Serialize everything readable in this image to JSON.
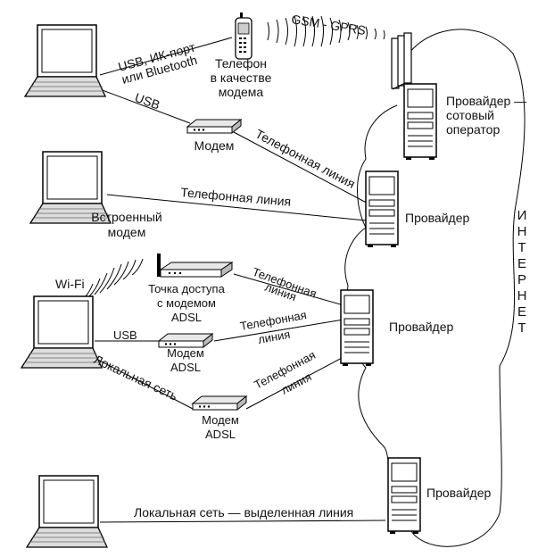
{
  "labels": {
    "gsm": "GSM - GPRS",
    "usb_ik_1": "USB, ИК-порт",
    "usb_ik_2": "или Bluetooth",
    "phone_1": "Телефон",
    "phone_2": "в качестве",
    "phone_3": "модема",
    "provider_cell_1": "Провайдер —",
    "provider_cell_2": "сотовый",
    "provider_cell_3": "оператор",
    "usb_1": "USB",
    "modem_1": "Модем",
    "phone_line_1": "Телефонная линия",
    "phone_line_2": "Телефонная линия",
    "provider_2": "Провайдер",
    "builtin_1": "Встроенный",
    "builtin_2": "модем",
    "internet": [
      "И",
      "Н",
      "Т",
      "Е",
      "Р",
      "Н",
      "Е",
      "Т"
    ],
    "wifi": "Wi-Fi",
    "ap_1": "Точка доступа",
    "ap_2": "с модемом",
    "ap_3": "ADSL",
    "phone_line_3a": "Телефонная",
    "phone_line_3b": "линия",
    "provider_3": "Провайдер",
    "usb_2": "USB",
    "phone_line_4a": "Телефонная",
    "phone_line_4b": "линия",
    "modem_adsl_1a": "Модем",
    "modem_adsl_1b": "ADSL",
    "local_net": "Локальная сеть",
    "phone_line_5a": "Телефонная",
    "phone_line_5b": "линия",
    "modem_adsl_2a": "Модем",
    "modem_adsl_2b": "ADSL",
    "provider_4": "Провайдер",
    "dedicated": "Локальная сеть — выделенная линия"
  }
}
